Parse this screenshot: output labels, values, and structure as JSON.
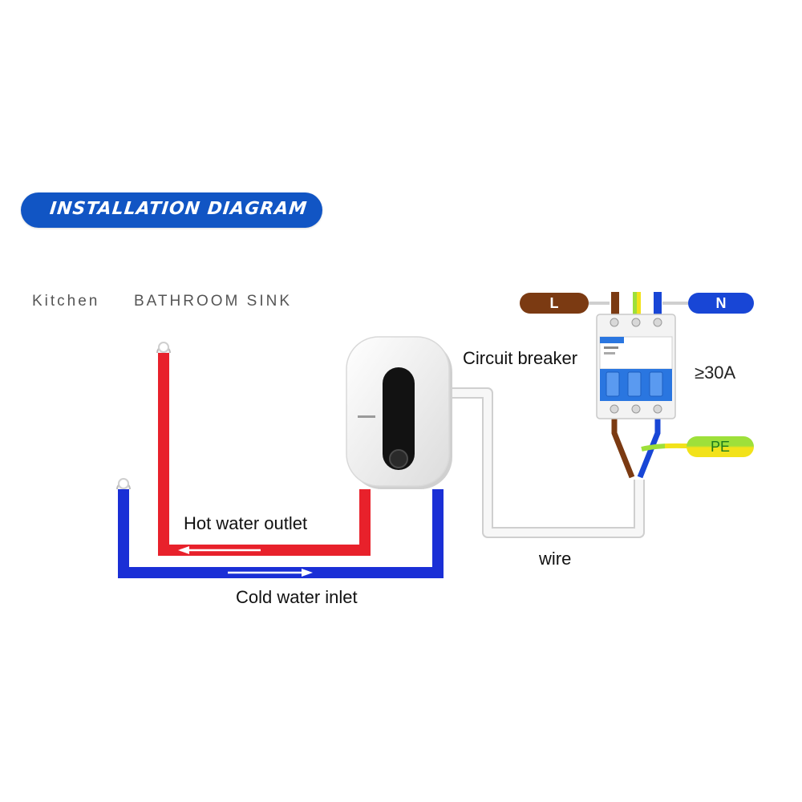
{
  "title": "INSTALLATION DIAGRAM",
  "locations": {
    "kitchen": "Kitchen",
    "bathroom_sink": "BATHROOM SINK"
  },
  "labels": {
    "circuit_breaker": "Circuit breaker",
    "hot_water_outlet": "Hot water outlet",
    "cold_water_inlet": "Cold water inlet",
    "wire": "wire",
    "rating": "≥30A"
  },
  "terminals": {
    "line": "L",
    "neutral": "N",
    "earth": "PE"
  },
  "colors": {
    "brand_blue": "#1155c4",
    "hot_pipe": "#e8212b",
    "cold_pipe": "#1a2fd6",
    "live_wire": "#7b3a12",
    "neutral_wire": "#1846d6",
    "earth_wire_green": "#9ee03a",
    "earth_wire_yellow": "#f2e21a",
    "breaker_blue": "#2a76e0"
  },
  "icons": [
    "water-heater-icon",
    "circuit-breaker-icon",
    "tap-icon"
  ]
}
